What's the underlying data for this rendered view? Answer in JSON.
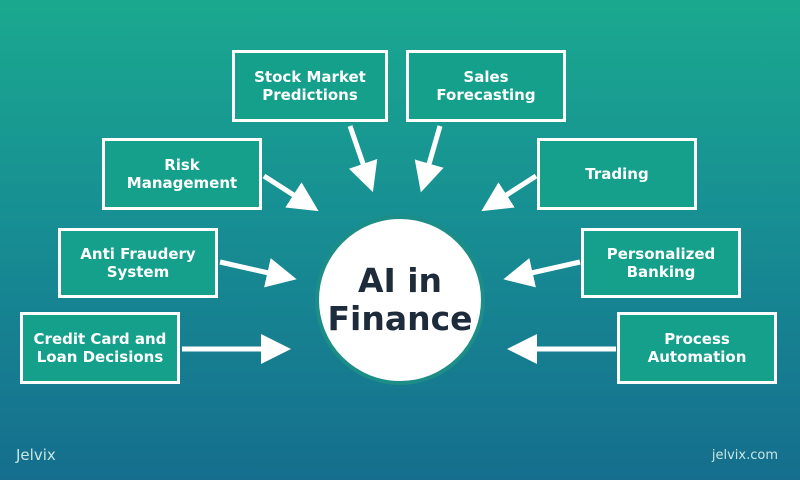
{
  "center": {
    "line1": "AI in",
    "line2": "Finance"
  },
  "nodes": {
    "stock_market": {
      "line1": "Stock Market",
      "line2": "Predictions"
    },
    "sales": {
      "line1": "Sales",
      "line2": "Forecasting"
    },
    "risk": {
      "line1": "Risk",
      "line2": "Management"
    },
    "trading": {
      "line1": "Trading",
      "line2": ""
    },
    "fraud": {
      "line1": "Anti Fraudery",
      "line2": "System"
    },
    "banking": {
      "line1": "Personalized",
      "line2": "Banking"
    },
    "credit": {
      "line1": "Credit Card and",
      "line2": "Loan Decisions"
    },
    "process": {
      "line1": "Process",
      "line2": "Automation"
    }
  },
  "footer": {
    "brand": "Jelvix",
    "site": "jelvix.com"
  },
  "colors": {
    "background_top": "#1aa98f",
    "background_bottom": "#156e8e",
    "box_fill": "#15a08c",
    "stroke": "#ffffff",
    "center_text": "#1d2b3a"
  }
}
